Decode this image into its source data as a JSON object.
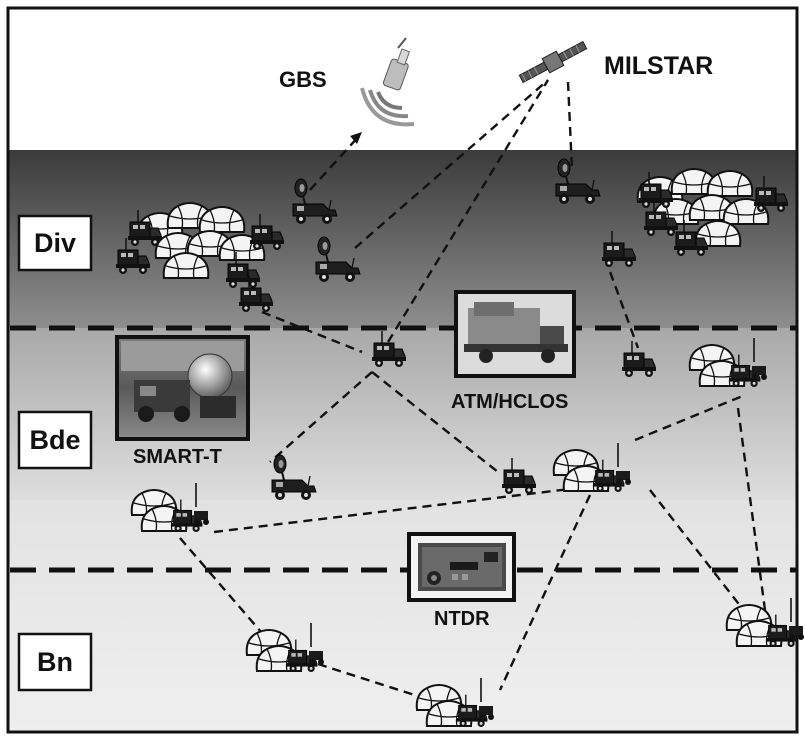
{
  "satellites": {
    "gbs": "GBS",
    "milstar": "MILSTAR"
  },
  "echelons": {
    "div": "Div",
    "bde": "Bde",
    "bn": "Bn"
  },
  "equipment": {
    "atm_hclos": "ATM/HCLOS",
    "smart_t": "SMART-T",
    "ntdr": "NTDR"
  },
  "colors": {
    "frame": "#111111",
    "div_band_top": "#3f3f3f",
    "div_band_bottom": "#8c8c8c",
    "bde_band": "#c9c9c9",
    "bn_band": "#e6e6e6",
    "links": "#111111"
  }
}
